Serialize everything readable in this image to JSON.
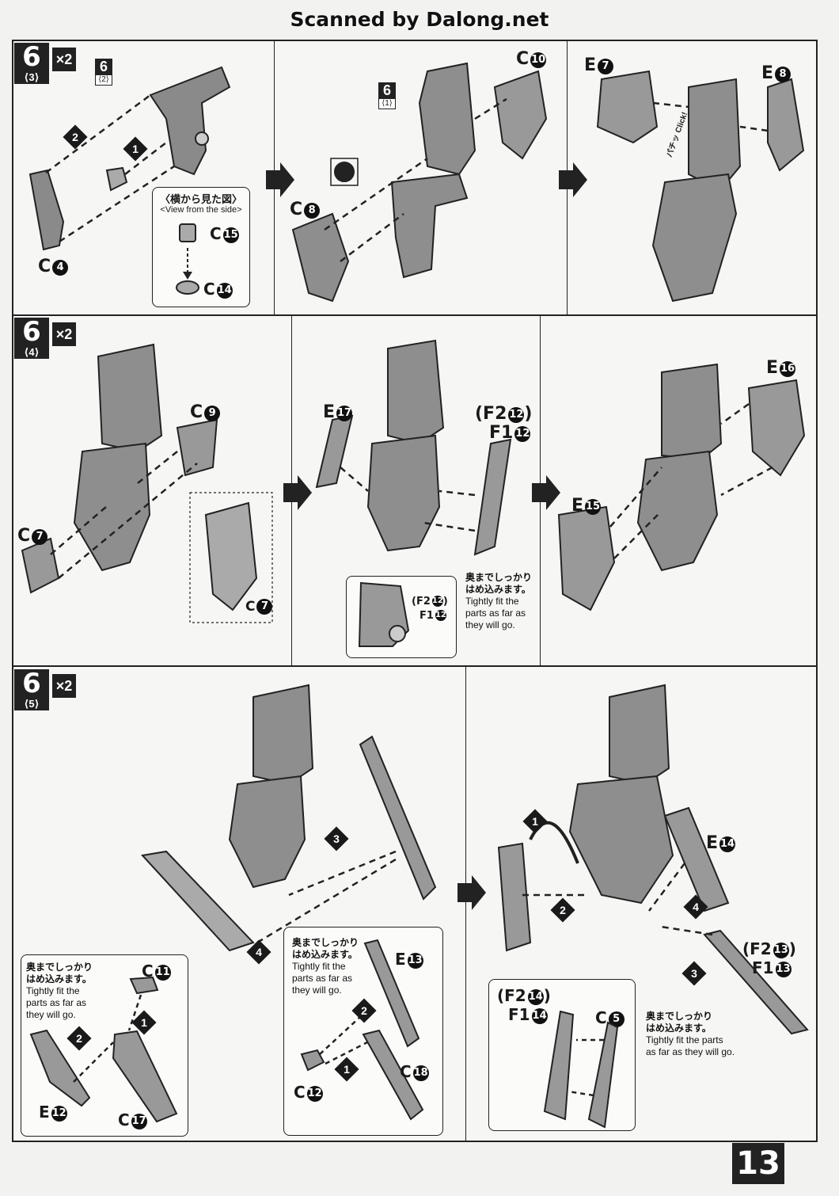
{
  "watermark": "Scanned by Dalong.net",
  "page_number": "13",
  "steps": [
    {
      "number": "6",
      "sub": "3",
      "multiplier": "×2"
    },
    {
      "number": "6",
      "sub": "4",
      "multiplier": "×2"
    },
    {
      "number": "6",
      "sub": "5",
      "multiplier": "×2"
    }
  ],
  "ref_badges": [
    {
      "number": "6",
      "sub": "2"
    },
    {
      "number": "6",
      "sub": "1"
    }
  ],
  "view_from_side": {
    "jp": "横から見た図",
    "en": "View from the side"
  },
  "parts": {
    "c4": "C",
    "c4n": "4",
    "c15": "C",
    "c15n": "15",
    "c14": "C",
    "c14n": "14",
    "c10": "C",
    "c10n": "10",
    "c8": "C",
    "c8n": "8",
    "e7": "E",
    "e7n": "7",
    "e8": "E",
    "e8n": "8",
    "c9": "C",
    "c9n": "9",
    "c7a": "C",
    "c7an": "7",
    "c7b": "C",
    "c7bn": "7",
    "e17": "E",
    "e17n": "17",
    "f2_12": "(F2",
    "f2_12n": "12",
    "f2_12close": ")",
    "f1_12": "F1",
    "f1_12n": "12",
    "f2_12b": "(F2",
    "f2_12bn": "12",
    "f2_12bclose": ")",
    "f1_12b": "F1",
    "f1_12bn": "12",
    "e16": "E",
    "e16n": "16",
    "e15": "E",
    "e15n": "15",
    "c11": "C",
    "c11n": "11",
    "e12": "E",
    "e12n": "12",
    "c17": "C",
    "c17n": "17",
    "e13": "E",
    "e13n": "13",
    "c12": "C",
    "c12n": "12",
    "c18": "C",
    "c18n": "18",
    "e14": "E",
    "e14n": "14",
    "f2_13": "(F2",
    "f2_13n": "13",
    "f2_13close": ")",
    "f1_13": "F1",
    "f1_13n": "13",
    "f2_14": "(F2",
    "f2_14n": "14",
    "f2_14close": ")",
    "f1_14": "F1",
    "f1_14n": "14",
    "c5": "C",
    "c5n": "5"
  },
  "order_marks": [
    "1",
    "2",
    "3",
    "4"
  ],
  "click": "Click!",
  "click_jp": "パチッ",
  "fit_note": {
    "jp1": "奥までしっかり",
    "jp2": "はめ込みます。",
    "en1": "Tightly fit the",
    "en2": "parts as far as",
    "en3": "they will go."
  },
  "fit_note_wide": {
    "en1": "Tightly fit the parts",
    "en2": "as far as they will go."
  }
}
